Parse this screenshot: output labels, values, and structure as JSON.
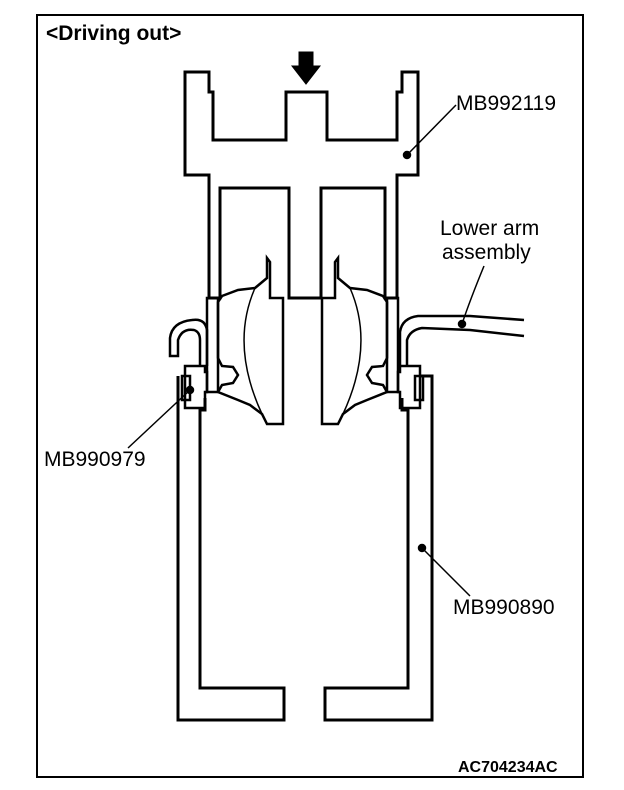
{
  "title": "<Driving out>",
  "labels": {
    "upper_tool": "MB992119",
    "lower_arm_line1": "Lower arm",
    "lower_arm_line2": "assembly",
    "left_tool": "MB990979",
    "base_tool": "MB990890"
  },
  "figure_code": "AC704234AC",
  "colors": {
    "line": "#000000",
    "background": "#ffffff"
  }
}
